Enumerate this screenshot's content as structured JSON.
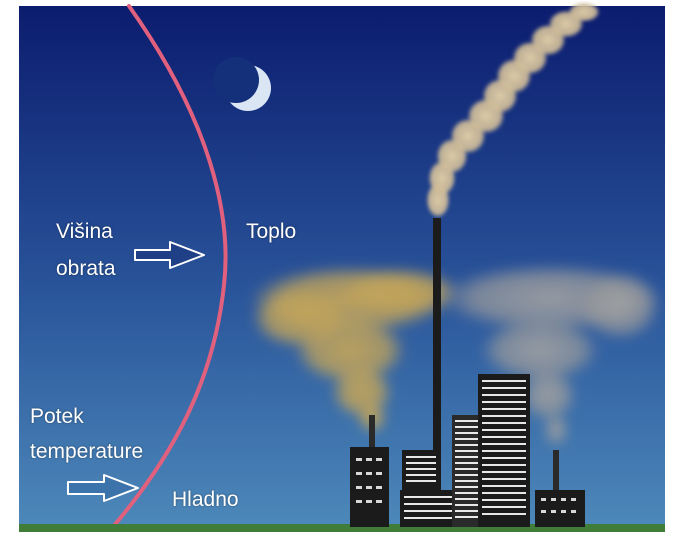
{
  "labels": {
    "inversion_height_line1": "Višina",
    "inversion_height_line2": "obrata",
    "warm": "Toplo",
    "temperature_profile_line1": "Potek",
    "temperature_profile_line2": "temperature",
    "cold": "Hladno"
  },
  "colors": {
    "sky_top": "#0b1c6e",
    "sky_bottom": "#4d89ba",
    "temperature_curve": "#e0607e",
    "ground": "#3f7d39",
    "yellow_smog": "#c2a45a",
    "gray_smog": "#9a9a9a",
    "smoke": "#cfbc98",
    "building": "#1b1b1b",
    "window": "#e8e8e8"
  },
  "icons": [
    "moon-icon",
    "right-arrow-icon"
  ]
}
